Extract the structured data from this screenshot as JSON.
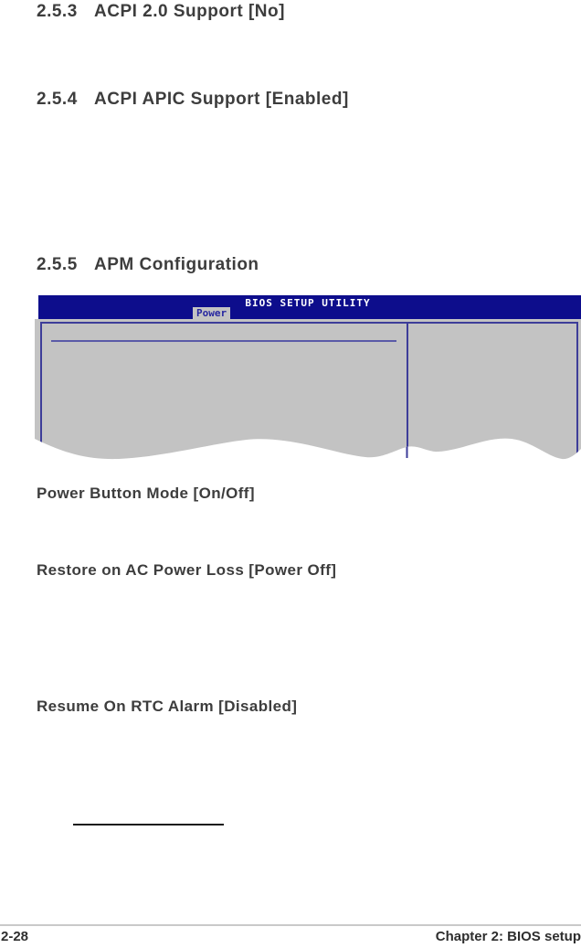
{
  "sections": [
    {
      "number": "2.5.3",
      "title": "ACPI 2.0 Support [No]"
    },
    {
      "number": "2.5.4",
      "title": "ACPI APIC Support [Enabled]"
    },
    {
      "number": "2.5.5",
      "title": "APM Configuration"
    }
  ],
  "sub_headings": [
    {
      "label": "Power Button Mode [On/Off]"
    },
    {
      "label": "Restore on AC Power Loss [Power Off]"
    },
    {
      "label": "Resume On RTC Alarm [Disabled]"
    }
  ],
  "bios_screenshot": {
    "title": "BIOS SETUP UTILITY",
    "active_tab": "Power",
    "colors": {
      "header_bg": "#0d0d8c",
      "panel_bg": "#c3c3c3",
      "border": "#3d3d99",
      "title_text": "#ffffff",
      "tab_text": "#2626a0"
    }
  },
  "footer": {
    "page_number": "2-28",
    "chapter": "Chapter 2: BIOS setup"
  }
}
